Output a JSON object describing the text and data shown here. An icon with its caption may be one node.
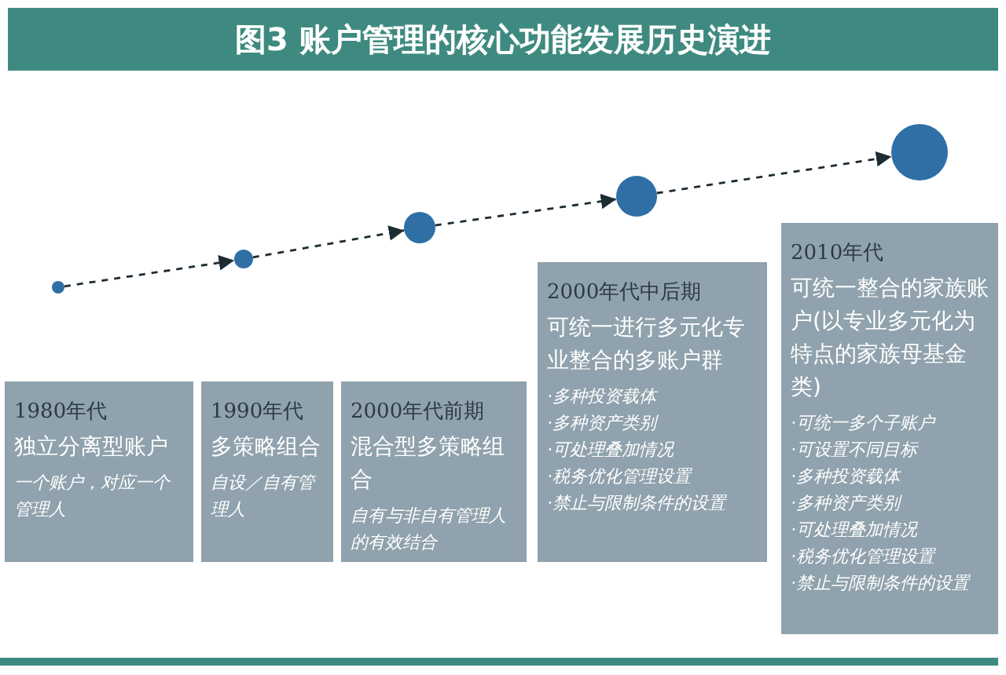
{
  "diagram": {
    "title": "图3 账户管理的核心功能发展历史演进",
    "nodes": [
      {
        "text": [],
        "shape": "circle"
      },
      {
        "text": [],
        "shape": "circle"
      },
      {
        "text": [],
        "shape": "circle"
      },
      {
        "text": [],
        "shape": "circle"
      },
      {
        "text": [],
        "shape": "circle"
      },
      {
        "text": [
          "1980年代",
          "独立分离型账户",
          "一个账户，对应一个管理人"
        ]
      },
      {
        "text": [
          "1990年代",
          "多策略组合",
          "自设／自有管理人"
        ]
      },
      {
        "text": [
          "2000年代前期",
          "混合型多策略组合",
          "自有与非自有管理人的有效结合"
        ]
      },
      {
        "text": [
          "2000年代中后期",
          "可统一进行多元化专业整合的多账户群",
          "·多种投资载体",
          "·多种资产类别",
          "·可处理叠加情况",
          "·税务优化管理设置",
          "·禁止与限制条件的设置"
        ]
      },
      {
        "text": [
          "2010年代",
          "可统一整合的家族账户(以专业多元化为特点的家族母基金类)",
          "·可统一多个子账户",
          "·可设置不同目标",
          "·多种投资载体",
          "·多种资产类别",
          "·可处理叠加情况",
          "·税务优化管理设置",
          "·禁止与限制条件的设置"
        ]
      }
    ],
    "edges": [
      {
        "from": 0,
        "to": 1,
        "arrow": "to",
        "style": "dashed"
      },
      {
        "from": 1,
        "to": 2,
        "arrow": "to",
        "style": "dashed"
      },
      {
        "from": 2,
        "to": 3,
        "arrow": "to",
        "style": "dashed"
      },
      {
        "from": 3,
        "to": 4,
        "arrow": "to",
        "style": "dashed"
      }
    ]
  }
}
